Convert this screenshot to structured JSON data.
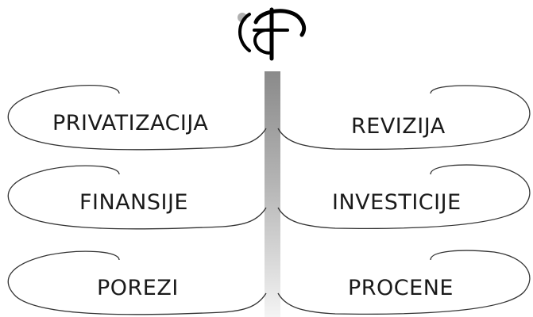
{
  "menu": {
    "left": [
      {
        "label": "PRIVATIZACIJA"
      },
      {
        "label": "FINANSIJE"
      },
      {
        "label": "POREZI"
      }
    ],
    "right": [
      {
        "label": "REVIZIJA"
      },
      {
        "label": "INVESTICIJE"
      },
      {
        "label": "PROCENE"
      }
    ]
  },
  "icons": {
    "logo": "company-logo-icon",
    "pillar": "center-pillar"
  },
  "colors": {
    "outline": "#333333",
    "text": "#1a1a1a",
    "pillar_top": "#8a8a8a",
    "pillar_bottom": "#f4f4f4",
    "logo_dot": "#b0b0b0"
  }
}
